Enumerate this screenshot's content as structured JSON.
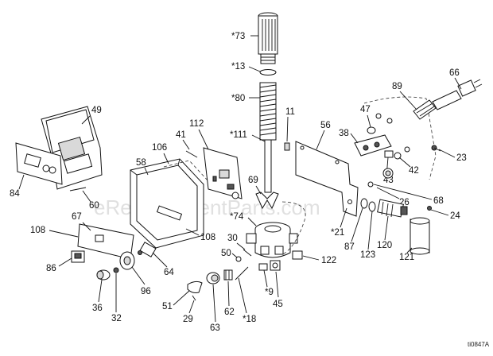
{
  "watermark": "eReplacementParts.com",
  "drawing_code": "ti0847A",
  "callouts": {
    "p73": "*73",
    "p13": "*13",
    "p80": "*80",
    "p111": "*111",
    "p11": "11",
    "p49": "49",
    "p84": "84",
    "p60": "60",
    "p58": "58",
    "p106": "106",
    "p41": "41",
    "p112": "112",
    "p108a": "108",
    "p108b": "108",
    "p67": "67",
    "p86": "86",
    "p36": "36",
    "p32": "32",
    "p96": "96",
    "p64": "64",
    "p69": "69",
    "p74": "*74",
    "p30": "30",
    "p50": "50",
    "p9": "*9",
    "p51": "51",
    "p29": "29",
    "p63": "63",
    "p62": "62",
    "p18": "*18",
    "p45": "45",
    "p122": "122",
    "p56": "56",
    "p47": "47",
    "p38": "38",
    "p89": "89",
    "p66": "66",
    "p23": "23",
    "p42": "42",
    "p43": "43",
    "p26": "26",
    "p68": "68",
    "p24": "24",
    "p21": "*21",
    "p87": "87",
    "p123": "123",
    "p120": "120",
    "p121": "121"
  }
}
